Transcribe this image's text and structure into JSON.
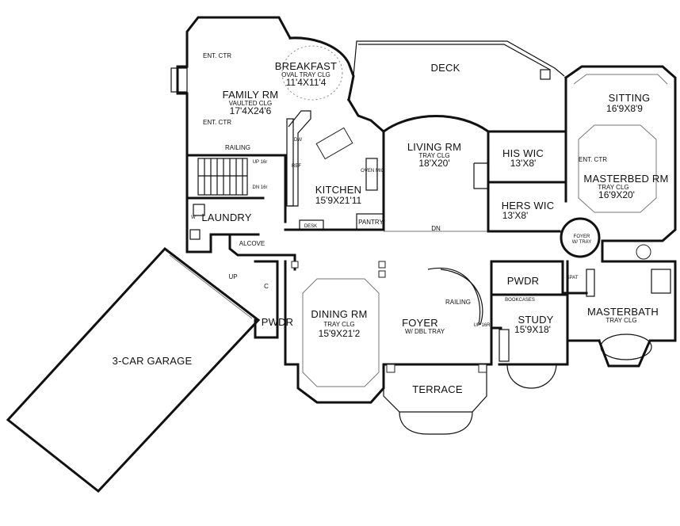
{
  "plan": {
    "rooms": {
      "breakfast": {
        "name": "BREAKFAST",
        "note": "OVAL TRAY CLG",
        "dim": "11'4X11'4"
      },
      "family": {
        "name": "FAMILY RM",
        "note": "VAULTED CLG",
        "dim": "17'4X24'6"
      },
      "deck": {
        "name": "DECK"
      },
      "living": {
        "name": "LIVING RM",
        "note": "TRAY CLG",
        "dim": "18'X20'"
      },
      "his_wic": {
        "name": "HIS WIC",
        "dim": "13'X8'"
      },
      "hers_wic": {
        "name": "HERS WIC",
        "dim": "13'X8'"
      },
      "sitting": {
        "name": "SITTING",
        "dim": "16'9X8'9"
      },
      "masterbed": {
        "name": "MASTERBED RM",
        "note": "TRAY CLG",
        "dim": "16'9X20'"
      },
      "kitchen": {
        "name": "KITCHEN",
        "dim": "15'9X21'11"
      },
      "laundry": {
        "name": "LAUNDRY"
      },
      "garage": {
        "name": "3-CAR GARAGE"
      },
      "dining": {
        "name": "DINING RM",
        "note": "TRAY CLG",
        "dim": "15'9X21'2"
      },
      "foyer": {
        "name": "FOYER",
        "note": "W/ DBL TRAY"
      },
      "pwdr_west": {
        "name": "PWDR"
      },
      "pwdr_east": {
        "name": "PWDR"
      },
      "study": {
        "name": "STUDY",
        "dim": "15'9X18'"
      },
      "masterbath": {
        "name": "MASTERBATH",
        "note": "TRAY CLG"
      },
      "terrace": {
        "name": "TERRACE"
      }
    },
    "labels": {
      "ent_ctr_top": "ENT. CTR",
      "ent_ctr_mid": "ENT. CTR",
      "ent_ctr_master": "ENT. CTR",
      "railing_upper": "RAILING",
      "railing_foyer": "RAILING",
      "up_16r_upper": "UP 16r",
      "dn_16r": "DN 16r",
      "up_16r_foyer": "UP 16R",
      "dw": "DW",
      "ref": "REF",
      "oven_mic": "OVEN\nMIC",
      "pantry": "PANTRY",
      "desk": "DESK",
      "dn": "DN",
      "alcove": "ALCOVE",
      "up": "UP",
      "w": "W",
      "bookcases": "BOOKCASES",
      "foyer_small": "FOYER",
      "foyer_small_note": "W/ TRAY",
      "spat": "SPAT",
      "c": "C"
    }
  }
}
